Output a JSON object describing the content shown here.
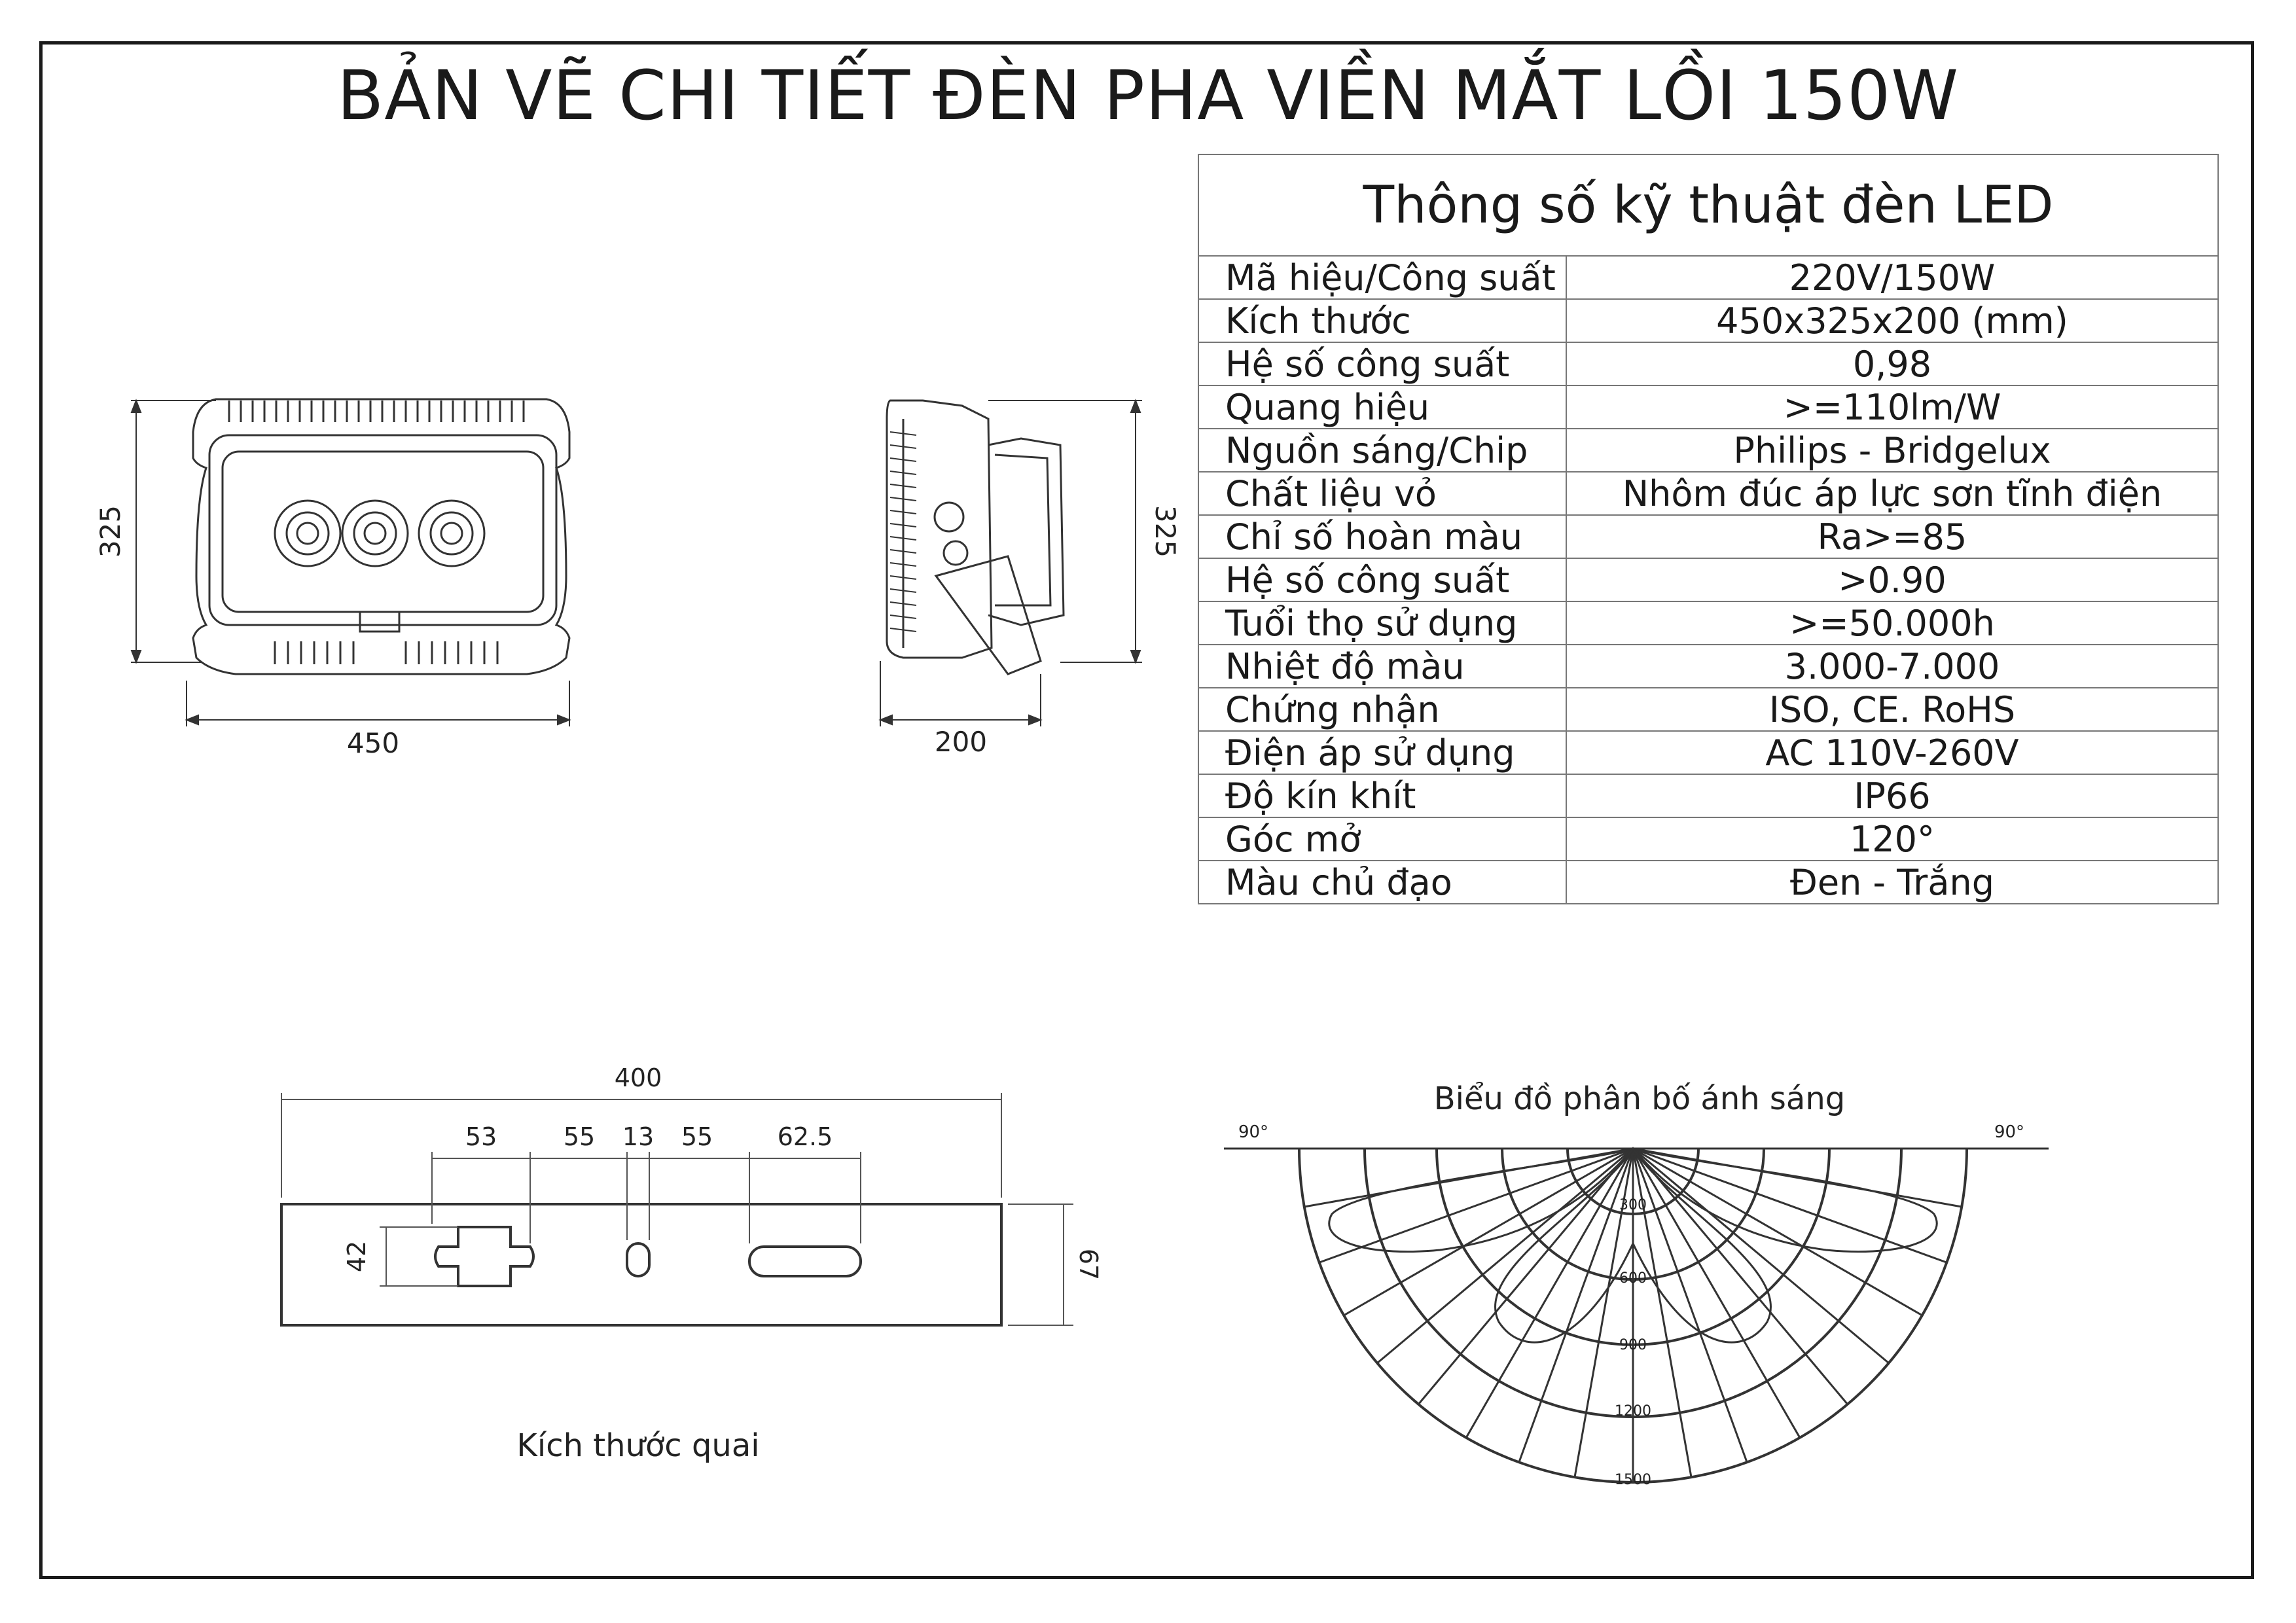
{
  "title": "BẢN VẼ CHI TIẾT ĐÈN PHA VIỀN MẮT LỒI 150W",
  "specs": {
    "heading": "Thông số kỹ thuật đèn LED",
    "rows": [
      {
        "label": "Mã hiệu/Công suất",
        "value": "220V/150W"
      },
      {
        "label": "Kích thước",
        "value": "450x325x200 (mm)"
      },
      {
        "label": "Hệ số công suất",
        "value": "0,98"
      },
      {
        "label": "Quang hiệu",
        "value": ">=110lm/W"
      },
      {
        "label": "Nguồn sáng/Chip",
        "value": "Philips - Bridgelux"
      },
      {
        "label": "Chất liệu vỏ",
        "value": "Nhôm đúc áp lực sơn tĩnh điện"
      },
      {
        "label": "Chỉ số hoàn màu",
        "value": "Ra>=85"
      },
      {
        "label": "Hệ số công suất",
        "value": ">0.90"
      },
      {
        "label": "Tuổi thọ sử dụng",
        "value": ">=50.000h"
      },
      {
        "label": "Nhiệt độ màu",
        "value": "3.000-7.000"
      },
      {
        "label": "Chứng nhận",
        "value": "ISO, CE. RoHS"
      },
      {
        "label": "Điện áp sử dụng",
        "value": "AC 110V-260V"
      },
      {
        "label": "Độ kín khít",
        "value": "IP66"
      },
      {
        "label": "Góc mở",
        "value": "120°"
      },
      {
        "label": "Màu chủ đạo",
        "value": "Đen - Trắng"
      }
    ]
  },
  "front_view": {
    "height": "325",
    "width": "450"
  },
  "side_view": {
    "height": "325",
    "depth": "200"
  },
  "bracket": {
    "caption": "Kích thước quai",
    "total": "400",
    "segments": [
      "53",
      "55",
      "13",
      "55",
      "62.5"
    ],
    "slot_height": "42",
    "height": "67"
  },
  "polar": {
    "caption": "Biểu đồ phân bố ánh sáng",
    "angle_left": "90°",
    "angle_right": "90°",
    "rings": [
      "300",
      "600",
      "900",
      "1200",
      "1500"
    ]
  }
}
